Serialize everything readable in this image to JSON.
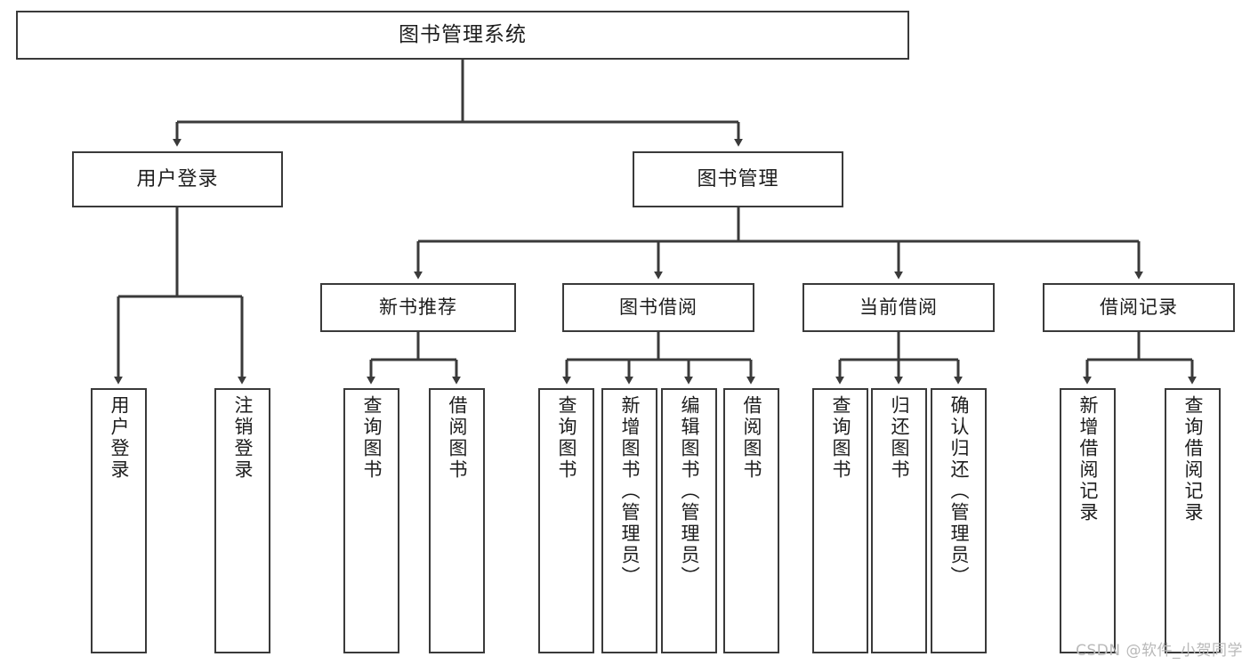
{
  "diagram": {
    "title": "图书管理系统",
    "watermark": "CSDN @软件_小贺同学",
    "stroke_color": "#3a3a3a",
    "background_color": "#ffffff",
    "text_color": "#1d1d1d",
    "watermark_color": "#b9b9b9",
    "type": "tree-hierarchy",
    "root": {
      "label": "图书管理系统",
      "children": [
        {
          "label": "用户登录",
          "children": [
            {
              "label": "用户登录"
            },
            {
              "label": "注销登录"
            }
          ]
        },
        {
          "label": "图书管理",
          "children": [
            {
              "label": "新书推荐",
              "children": [
                {
                  "label": "查询图书"
                },
                {
                  "label": "借阅图书"
                }
              ]
            },
            {
              "label": "图书借阅",
              "children": [
                {
                  "label": "查询图书"
                },
                {
                  "label": "新增图书（管理员）"
                },
                {
                  "label": "编辑图书（管理员）"
                },
                {
                  "label": "借阅图书"
                }
              ]
            },
            {
              "label": "当前借阅",
              "children": [
                {
                  "label": "查询图书"
                },
                {
                  "label": "归还图书"
                },
                {
                  "label": "确认归还（管理员）"
                }
              ]
            },
            {
              "label": "借阅记录",
              "children": [
                {
                  "label": "新增借阅记录"
                },
                {
                  "label": "查询借阅记录"
                }
              ]
            }
          ]
        }
      ]
    },
    "nodes": {
      "root": "图书管理系统",
      "user_login": "用户登录",
      "book_manage": "图书管理",
      "new_book_rec": "新书推荐",
      "book_borrow": "图书借阅",
      "current_borrow": "当前借阅",
      "borrow_record": "借阅记录",
      "leaf_user_login": "用户登录",
      "leaf_logout": "注销登录",
      "leaf_query_book_a": "查询图书",
      "leaf_borrow_book_a": "借阅图书",
      "leaf_query_book_b": "查询图书",
      "leaf_add_book_admin": "新增图书（管理员）",
      "leaf_edit_book_admin": "编辑图书（管理员）",
      "leaf_borrow_book_b": "借阅图书",
      "leaf_query_book_c": "查询图书",
      "leaf_return_book": "归还图书",
      "leaf_confirm_return_admin": "确认归还（管理员）",
      "leaf_add_record": "新增借阅记录",
      "leaf_query_record": "查询借阅记录"
    }
  }
}
